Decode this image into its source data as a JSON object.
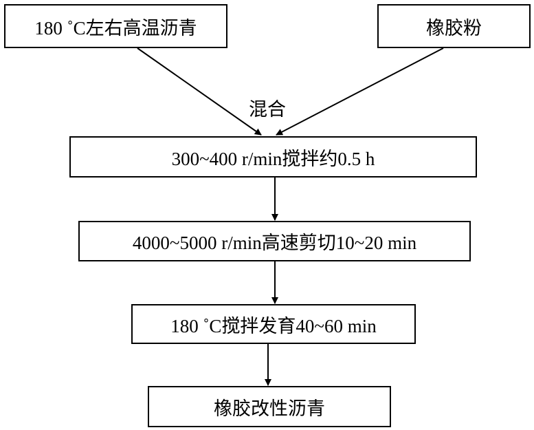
{
  "diagram": {
    "inputs": {
      "asphalt": "180 ˚C左右高温沥青",
      "rubber": "橡胶粉"
    },
    "merge_label": "混合",
    "steps": [
      "300~400 r/min搅拌约0.5 h",
      "4000~5000 r/min高速剪切10~20 min",
      "180 ˚C搅拌发育40~60 min",
      "橡胶改性沥青"
    ]
  }
}
